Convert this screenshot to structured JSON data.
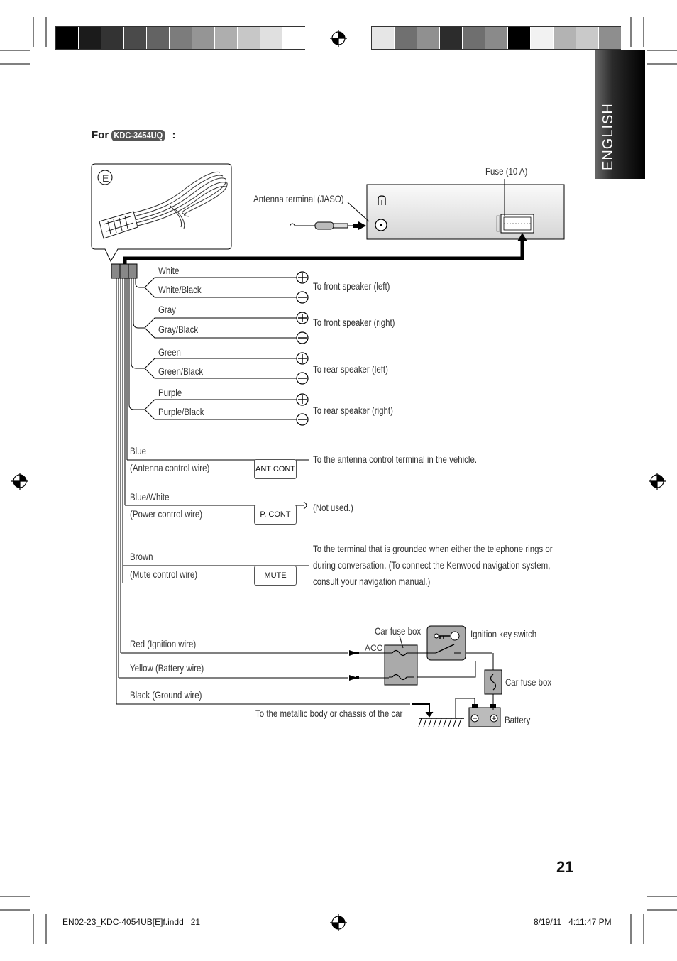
{
  "header": {
    "for_label": "For",
    "model_badge": "KDC-3454UQ",
    "colon": ":"
  },
  "side_tab": {
    "label": "ENGLISH"
  },
  "accessory": {
    "label": "E"
  },
  "unit": {
    "fuse_label": "Fuse (10 A)",
    "antenna_label": "Antenna terminal (JASO)"
  },
  "wires": [
    {
      "name": "White",
      "dest": ""
    },
    {
      "name": "White/Black",
      "dest": "To front speaker (left)"
    },
    {
      "name": "Gray",
      "dest": ""
    },
    {
      "name": "Gray/Black",
      "dest": "To front speaker (right)"
    },
    {
      "name": "Green",
      "dest": ""
    },
    {
      "name": "Green/Black",
      "dest": "To rear speaker (left)"
    },
    {
      "name": "Purple",
      "dest": ""
    },
    {
      "name": "Purple/Black",
      "dest": "To rear speaker (right)"
    }
  ],
  "control_wires": {
    "blue": {
      "name": "Blue",
      "sub": "(Antenna control wire)",
      "button": "ANT CONT",
      "dest": "To the antenna control terminal in the vehicle."
    },
    "blue_white": {
      "name": "Blue/White",
      "sub": "(Power control wire)",
      "button": "P. CONT",
      "dest": "(Not used.)"
    },
    "brown": {
      "name": "Brown",
      "sub": "(Mute control wire)",
      "button": "MUTE",
      "dest_lines": [
        "To the terminal that is grounded when either the telephone rings or",
        "during conversation. (To connect the Kenwood navigation system,",
        "consult your navigation manual.)"
      ]
    }
  },
  "power": {
    "red": "Red (Ignition wire)",
    "yellow": "Yellow (Battery wire)",
    "black": "Black (Ground wire)",
    "chassis": "To the metallic body or chassis of the car",
    "car_fuse_box_1": "Car fuse box",
    "acc": "ACC",
    "ignition": "Ignition key switch",
    "car_fuse_box_2": "Car fuse box",
    "battery": "Battery"
  },
  "footer": {
    "page_number": "21",
    "file": "EN02-23_KDC-4054UB[E]f.indd   21",
    "timestamp": "8/19/11   4:11:47 PM"
  },
  "colors": {
    "bar_left": [
      "#000000",
      "#1b1b1b",
      "#333333",
      "#4a4a4a",
      "#636363",
      "#7c7c7c",
      "#959595",
      "#aeaeae",
      "#c7c7c7",
      "#e0e0e0",
      "#ffffff"
    ],
    "bar_right": [
      "#e6e6e6",
      "#707070",
      "#909090",
      "#2c2c2c",
      "#6f6f6f",
      "#8a8a8a",
      "#000000",
      "#f2f2f2",
      "#b3b3b3",
      "#c9c9c9",
      "#8e8e8e"
    ]
  }
}
